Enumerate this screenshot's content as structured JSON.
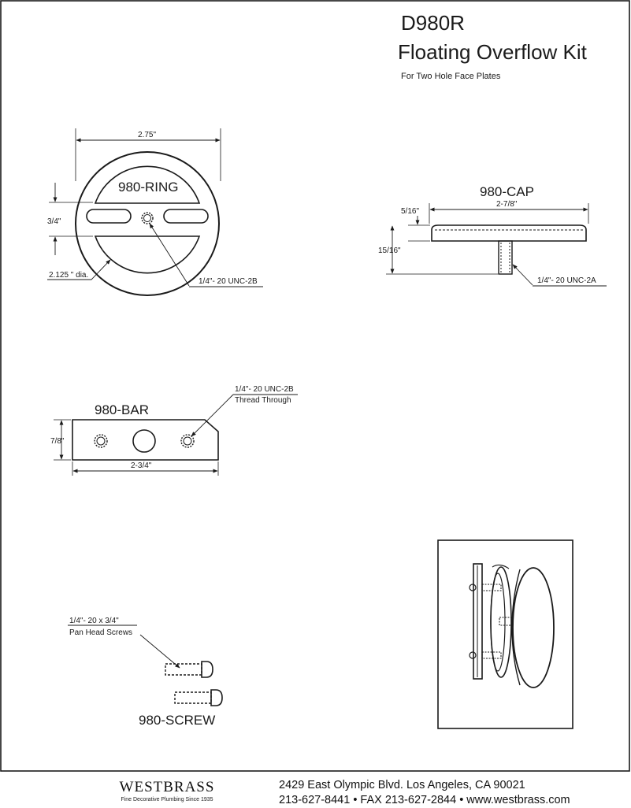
{
  "header": {
    "model": "D980R",
    "title": "Floating Overflow Kit",
    "subtitle": "For Two Hole Face Plates"
  },
  "ring": {
    "name": "980-RING",
    "width_dim": "2.75\"",
    "slot_dim": "3/4\"",
    "dia_dim": "2.125 \" dia.",
    "thread": "1/4\"- 20 UNC-2B"
  },
  "cap": {
    "name": "980-CAP",
    "thick_dim": "5/16\"",
    "width_dim": "2-7/8\"",
    "height_dim": "15/16\"",
    "thread": "1/4\"- 20 UNC-2A"
  },
  "bar": {
    "name": "980-BAR",
    "thread": "1/4\"- 20 UNC-2B",
    "thread_note": "Thread Through",
    "height_dim": "7/8\"",
    "width_dim": "2-3/4\""
  },
  "screw": {
    "name": "980-SCREW",
    "size": "1/4\"- 20 x 3/4\"",
    "desc": "Pan Head Screws"
  },
  "footer": {
    "brand": "WESTBRASS",
    "tagline": "Fine Decorative Plumbing Since 1935",
    "address": "2429 East Olympic Blvd. Los Angeles, CA  90021",
    "contact": "213-627-8441 • FAX 213-627-2844 • www.westbrass.com"
  }
}
